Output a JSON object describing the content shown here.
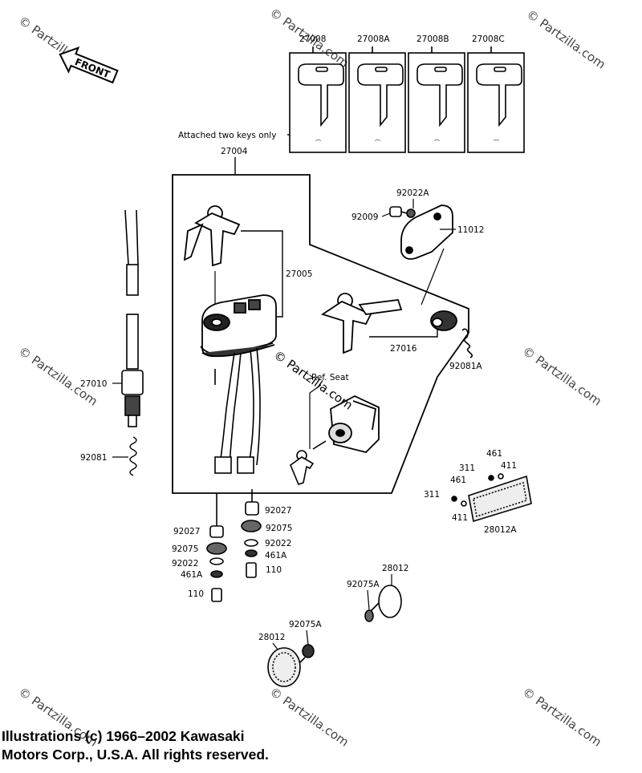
{
  "front_label": "FRONT",
  "keys": [
    "27008",
    "27008A",
    "27008B",
    "27008C"
  ],
  "assembly_note": "Attached two keys only",
  "parts": {
    "ignition_switch_assy": "27004",
    "ignition_switch": "27005",
    "seat_lock": "27016",
    "lock_plate": "11012",
    "screw_top": "92009",
    "washer_top": "92022A",
    "spring_top": "92081A",
    "brake_switch": "27010",
    "brake_spring": "92081",
    "seat_ref": "Ref. Seat",
    "reflector": "28012A",
    "reflector_washer_311_top": "311",
    "reflector_nut_461_top": "461",
    "reflector_nut_411_top": "411",
    "reflector_washer_311_left": "311",
    "reflector_nut_461_left": "461",
    "reflector_nut_411_left": "411",
    "collar_left": "92027",
    "grommet_left": "92075",
    "washer_left": "92022",
    "lockwasher_left": "461A",
    "bolt_left": "110",
    "collar_right": "92027",
    "grommet_right": "92075",
    "washer_right": "92022",
    "lockwasher_right": "461A",
    "bolt_right": "110",
    "round_reflector_a": "28012",
    "round_grommet_a": "92075A",
    "round_reflector_b": "28012",
    "round_grommet_b": "92075A"
  },
  "watermark_center": "© Partzilla.com",
  "watermark_small": "© Partzilla.com",
  "copyright_line1": "Illustrations (c) 1966–2002 Kawasaki",
  "copyright_line2": "Motors Corp., U.S.A.  All rights reserved."
}
